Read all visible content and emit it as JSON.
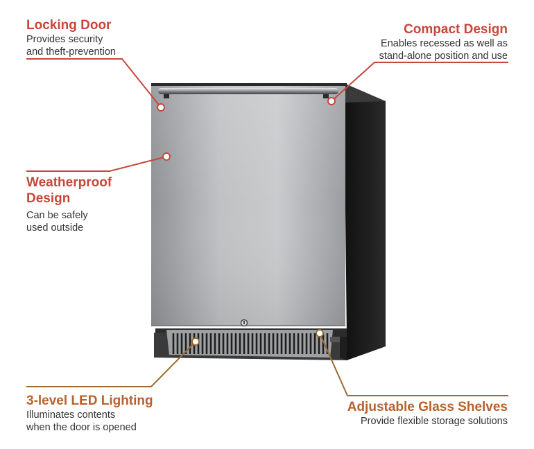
{
  "callouts": {
    "locking_door": {
      "title": "Locking Door",
      "desc_lines": [
        "Provides security",
        "and theft-prevention"
      ]
    },
    "compact_design": {
      "title": "Compact Design",
      "desc_lines": [
        "Enables recessed as well as",
        "stand-alone position and use"
      ]
    },
    "weatherproof": {
      "title_lines": [
        "Weatherproof",
        "Design"
      ],
      "desc_lines": [
        "Can be safely",
        "used outside"
      ]
    },
    "led_lighting": {
      "title": "3-level LED Lighting",
      "desc_lines": [
        "Illuminates contents",
        "when the door is opened"
      ]
    },
    "glass_shelves": {
      "title": "Adjustable Glass Shelves",
      "desc_lines": [
        "Provide flexible storage solutions"
      ]
    }
  },
  "colors": {
    "accent_red": "#c8463a",
    "accent_brown": "#9a6a33",
    "accent_orange": "#b8612c",
    "steel_light": "#c4c6c8",
    "steel_dark": "#8f9295",
    "cabinet": "#1c1c1c"
  },
  "icons": {
    "handle": "door-handle-icon",
    "lock": "lock-icon",
    "marker": "callout-dot-icon"
  }
}
